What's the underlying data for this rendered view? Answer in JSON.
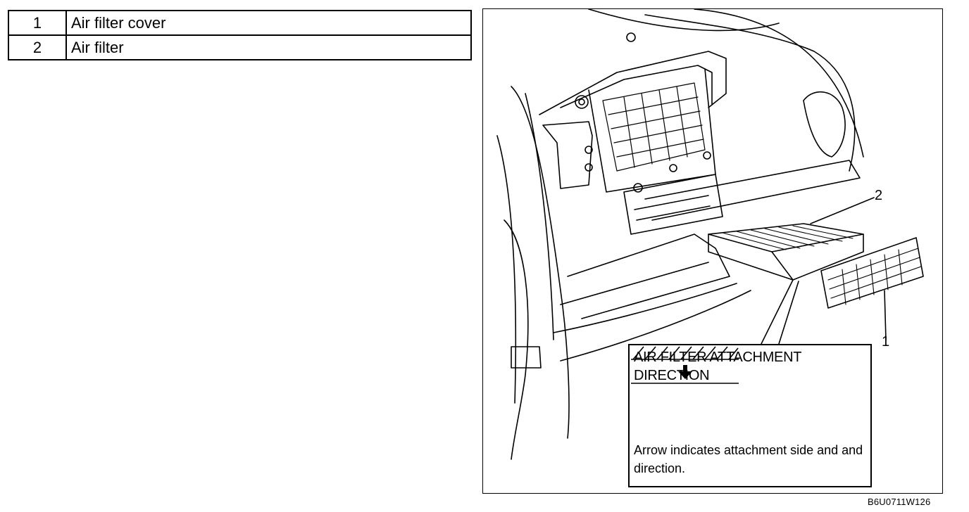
{
  "parts_table": [
    {
      "number": "1",
      "name": "Air filter cover"
    },
    {
      "number": "2",
      "name": "Air filter"
    }
  ],
  "figure": {
    "callout_filter": "2",
    "callout_cover": "1",
    "info_title": "AIR FILTER ATTACHMENT DIRECTION",
    "info_note": "Arrow indicates attachment side and and direction.",
    "figure_id": "B6U0711W126"
  }
}
